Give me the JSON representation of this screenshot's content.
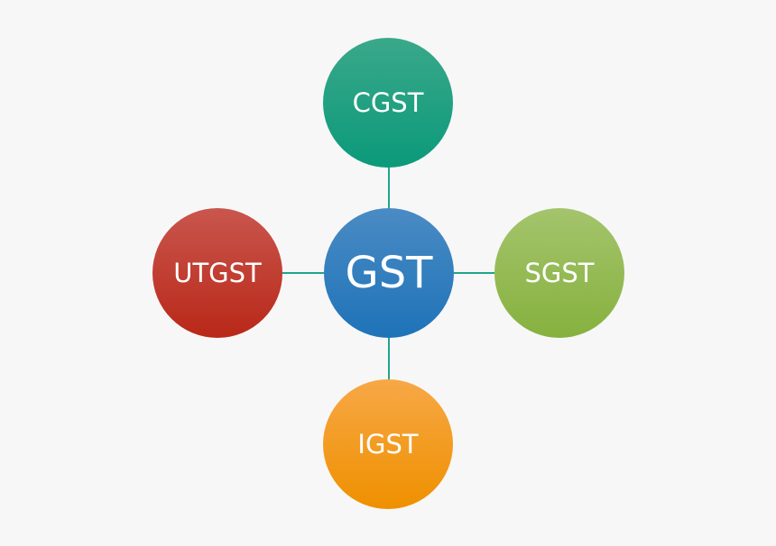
{
  "diagram": {
    "title": "GST",
    "center": {
      "label": "GST",
      "color_top": "#4a8bc4",
      "color_bottom": "#1e73b8"
    },
    "nodes": [
      {
        "id": "cgst",
        "label": "CGST",
        "position": "top",
        "color_top": "#3aa88a",
        "color_bottom": "#0b9a7a"
      },
      {
        "id": "sgst",
        "label": "SGST",
        "position": "right",
        "color_top": "#a4c46c",
        "color_bottom": "#86b13e"
      },
      {
        "id": "igst",
        "label": "IGST",
        "position": "bottom",
        "color_top": "#f7a846",
        "color_bottom": "#ef9000"
      },
      {
        "id": "utgst",
        "label": "UTGST",
        "position": "left",
        "color_top": "#c9564d",
        "color_bottom": "#b92818"
      }
    ],
    "connector_color": "#1fa58c",
    "background_color": "#f7f7f7"
  }
}
